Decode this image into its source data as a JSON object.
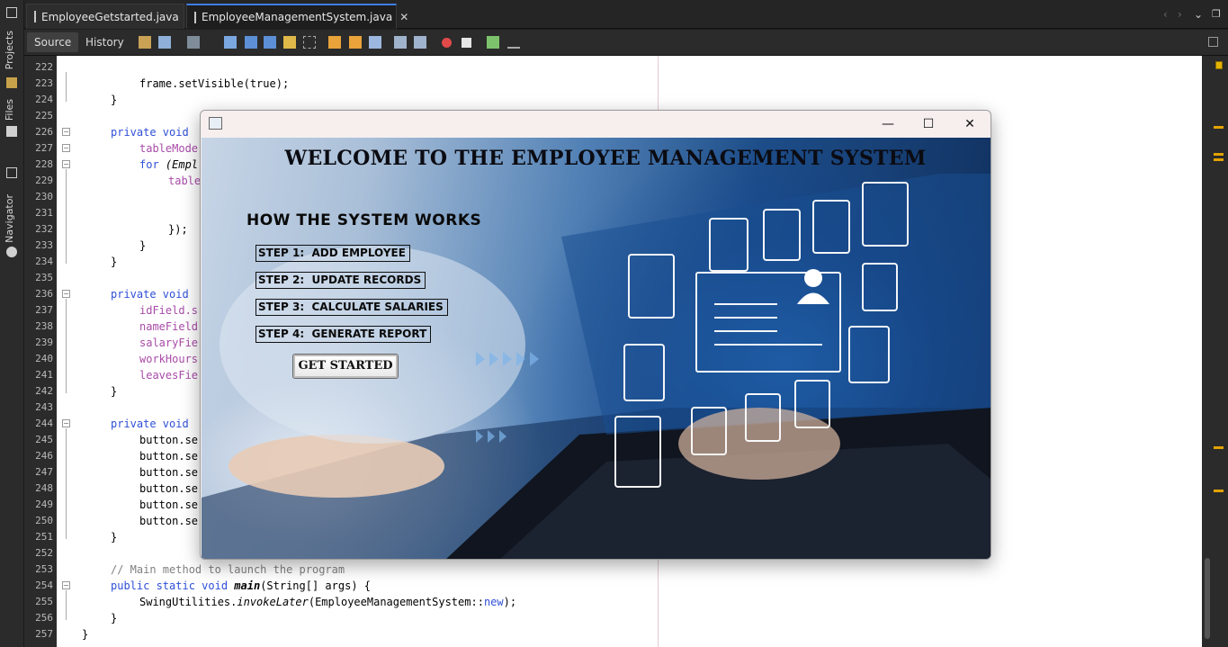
{
  "sidebar": {
    "projects_label": "Projects",
    "files_label": "Files",
    "navigator_label": "Navigator"
  },
  "tabs": [
    {
      "label": "EmployeeGetstarted.java",
      "close": "✕"
    },
    {
      "label": "EmployeeManagementSystem.java",
      "close": "✕"
    }
  ],
  "toolbar": {
    "source_label": "Source",
    "history_label": "History"
  },
  "code": {
    "l222": "",
    "l223": "frame.setVisible(true);",
    "l224": "}",
    "l225": "",
    "l226_kw": "private void",
    "l227": "tableMode",
    "l228_kw": "for",
    "l228_rest": " (Empl",
    "l229": "table",
    "l230": "",
    "l231": "",
    "l232": "});",
    "l233": "}",
    "l234": "}",
    "l235": "",
    "l236_kw": "private void",
    "l237": "idField.s",
    "l238": "nameField",
    "l239": "salaryFie",
    "l240": "workHours",
    "l241": "leavesFie",
    "l242": "}",
    "l243": "",
    "l244_kw": "private void",
    "l245": "button.se",
    "l246": "button.se",
    "l247": "button.se",
    "l248": "button.se",
    "l249": "button.se",
    "l250": "button.se",
    "l251": "}",
    "l252": "",
    "l253": "// Main method to launch the program",
    "l254_kw": "public static void",
    "l254_name": "main",
    "l254_rest": "(String[] args) {",
    "l255_a": "SwingUtilities.",
    "l255_b": "invokeLater",
    "l255_c": "(EmployeeManagementSystem::",
    "l255_d": "new",
    "l255_e": ");",
    "l256": "}",
    "l257": "}"
  },
  "line_numbers": [
    "222",
    "223",
    "224",
    "225",
    "226",
    "227",
    "228",
    "229",
    "230",
    "231",
    "232",
    "233",
    "234",
    "235",
    "236",
    "237",
    "238",
    "239",
    "240",
    "241",
    "242",
    "243",
    "244",
    "245",
    "246",
    "247",
    "248",
    "249",
    "250",
    "251",
    "252",
    "253",
    "254",
    "255",
    "256",
    "257"
  ],
  "app_window": {
    "minimize": "—",
    "maximize": "☐",
    "close": "✕",
    "welcome_title": "WELCOME TO THE EMPLOYEE MANAGEMENT SYSTEM",
    "how_title": "HOW THE SYSTEM WORKS",
    "steps": [
      "STEP 1:  ADD EMPLOYEE",
      "STEP 2:  UPDATE RECORDS",
      "STEP 3:  CALCULATE SALARIES",
      "STEP 4:  GENERATE REPORT"
    ],
    "get_started_label": "GET STARTED"
  },
  "colors": {
    "keyword": "#2f4fd6",
    "field": "#a84ba8",
    "comment": "#808080",
    "active_tab_accent": "#3d7ee5",
    "marker": "#e3a200"
  }
}
